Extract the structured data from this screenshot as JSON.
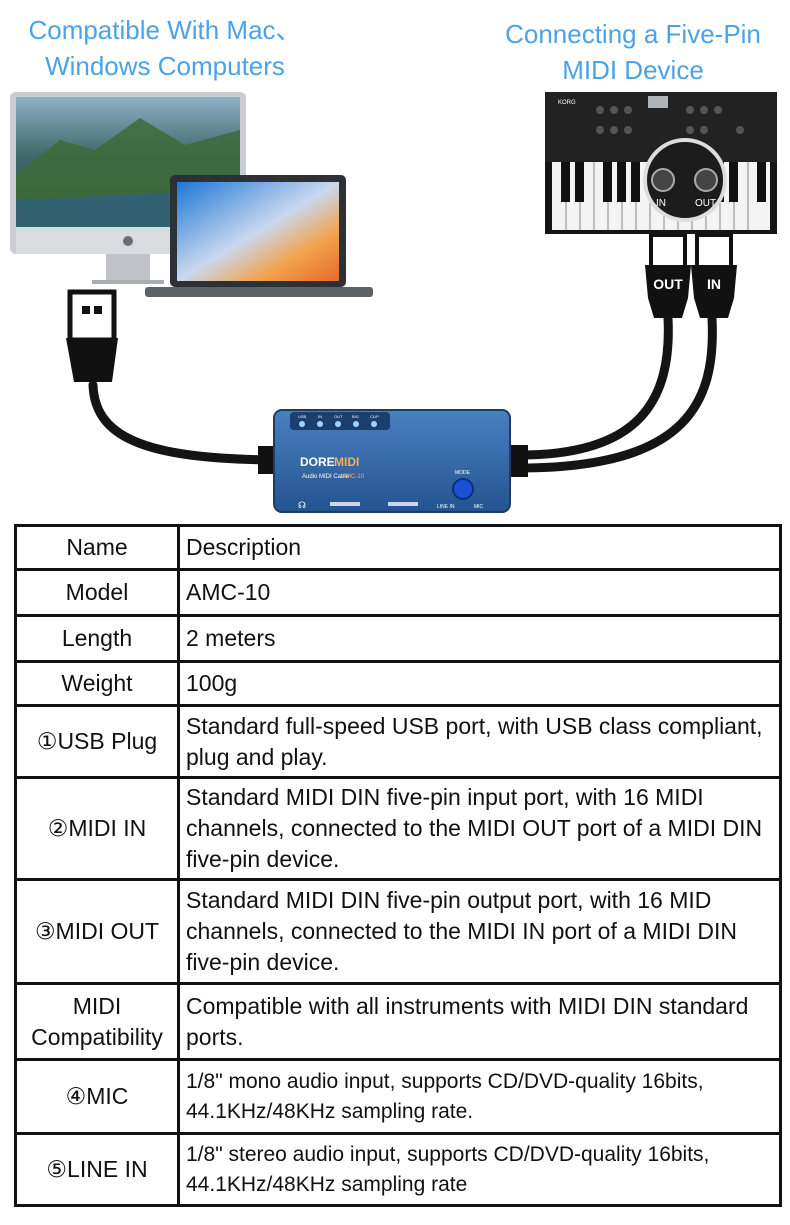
{
  "captions": {
    "left": [
      "Compatible With Mac、",
      "Windows Computers"
    ],
    "right": [
      "Connecting a Five-Pin",
      "MIDI Device"
    ]
  },
  "plug_labels": {
    "out": "OUT",
    "in": "IN"
  },
  "device": {
    "brand_part1": "DORE",
    "brand_part2": "MIDI",
    "subtitle": "Audio MIDI Cable",
    "model_tag": "AMC-10",
    "leds": [
      "USB",
      "IN",
      "OUT",
      "BIG",
      "CLIP"
    ],
    "mode_label": "MODE",
    "line_in_label": "LINE IN",
    "mic_label": "MIC"
  },
  "keyboard_ports": {
    "in": "IN",
    "out": "OUT",
    "brand": "KORG"
  },
  "table": {
    "rows": [
      {
        "name": "Name",
        "desc": "Description"
      },
      {
        "name": "Model",
        "desc": "AMC-10"
      },
      {
        "name": "Length",
        "desc": "2 meters"
      },
      {
        "name": "Weight",
        "desc": "100g"
      },
      {
        "name": "①USB Plug",
        "desc": "Standard full-speed USB port, with USB class compliant, plug and play."
      },
      {
        "name": "②MIDI IN",
        "desc": "Standard MIDI DIN five-pin input port, with 16 MIDI channels, connected to the MIDI OUT port of a MIDI DIN five-pin device."
      },
      {
        "name": "③MIDI OUT",
        "desc": "Standard MIDI DIN five-pin output port, with 16 MID channels, connected to the MIDI IN port of a MIDI DIN five-pin device."
      },
      {
        "name": "MIDI Compatibility",
        "desc": "Compatible with all instruments with MIDI DIN standard ports."
      },
      {
        "name": "④MIC",
        "desc": "1/8\" mono audio input, supports CD/DVD-quality 16bits, 44.1KHz/48KHz sampling rate."
      },
      {
        "name": "⑤LINE IN",
        "desc": "1/8\" stereo audio input, supports CD/DVD-quality 16bits, 44.1KHz/48KHz sampling rate"
      }
    ]
  }
}
